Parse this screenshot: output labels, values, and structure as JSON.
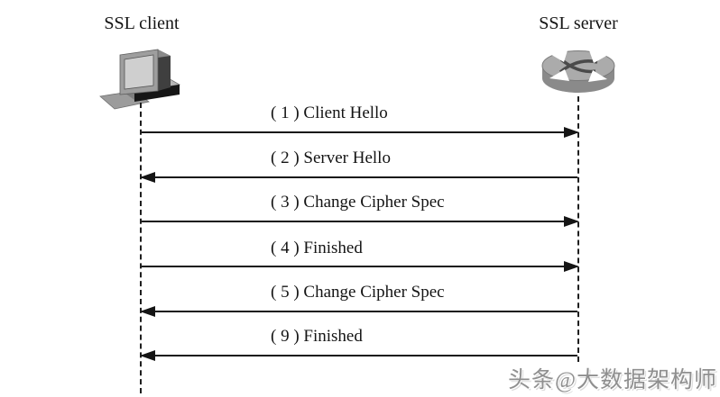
{
  "diagram": {
    "title_context": "SSL handshake sequence",
    "client": {
      "label": "SSL client",
      "icon": "computer-icon"
    },
    "server": {
      "label": "SSL server",
      "icon": "router-icon"
    },
    "messages": [
      {
        "num": "1",
        "label": "( 1 )  Client Hello",
        "from": "client",
        "to": "server",
        "direction": "right"
      },
      {
        "num": "2",
        "label": "( 2 ) Server Hello",
        "from": "server",
        "to": "client",
        "direction": "left"
      },
      {
        "num": "3",
        "label": "( 3 ) Change Cipher Spec",
        "from": "client",
        "to": "server",
        "direction": "right"
      },
      {
        "num": "4",
        "label": "( 4 ) Finished",
        "from": "client",
        "to": "server",
        "direction": "right"
      },
      {
        "num": "5",
        "label": "( 5 ) Change Cipher Spec",
        "from": "server",
        "to": "client",
        "direction": "left"
      },
      {
        "num": "9",
        "label": "( 9 ) Finished",
        "from": "server",
        "to": "client",
        "direction": "left"
      }
    ],
    "watermark": "头条@大数据架构师",
    "colors": {
      "background": "#ffffff",
      "line": "#151515",
      "text": "#141414",
      "icon_gray": "#9e9e9e",
      "watermark_gray": "#8f8f8f"
    }
  }
}
